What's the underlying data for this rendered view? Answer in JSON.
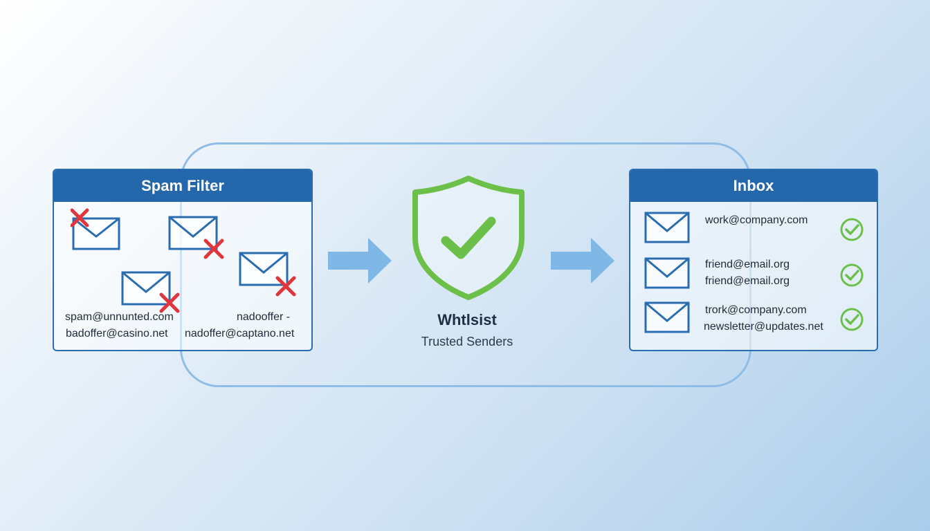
{
  "spam_filter": {
    "title": "Spam Filter",
    "address_left_1": "spam@unnunted.com",
    "address_left_2": "badoffer@casino.net",
    "address_right_1": "nadooffer -",
    "address_right_2": "nadoffer@captano.net"
  },
  "whitelist": {
    "title": "Whtlsist",
    "subtitle": "Trusted Senders"
  },
  "inbox": {
    "title": "Inbox",
    "rows": [
      {
        "lines": [
          "work@company.com"
        ]
      },
      {
        "lines": [
          "friend@email.org",
          "friend@email.org"
        ]
      },
      {
        "lines": [
          "trork@company.com",
          "newsletter@updates.net"
        ]
      }
    ]
  },
  "colors": {
    "header_blue": "#2467aa",
    "envelope_blue": "#2a6cb0",
    "reject_red": "#e0353b",
    "accept_green": "#6cc04a",
    "arrow_blue": "#7fb7e6"
  }
}
